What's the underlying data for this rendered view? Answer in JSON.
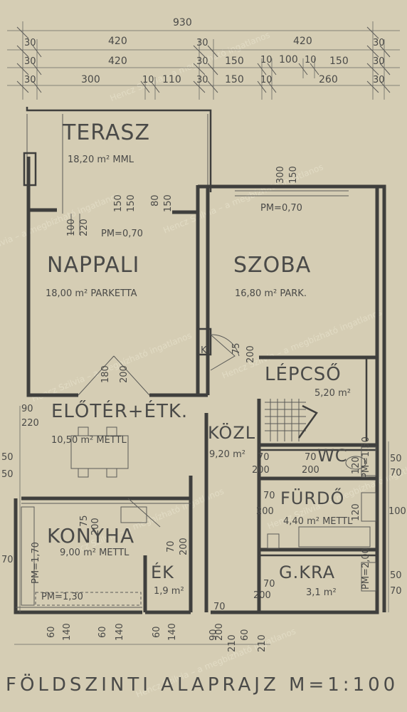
{
  "title": "FÖLDSZINTI ALAPRAJZ M=1:100",
  "watermark": "Hencz Szilvia – a megbízható ingatlanos",
  "dimensions": {
    "row1": [
      "930"
    ],
    "row2": [
      "30",
      "420",
      "30",
      "420",
      "30"
    ],
    "row3": [
      "30",
      "420",
      "30",
      "150",
      "10",
      "100",
      "10",
      "150",
      "30"
    ],
    "row4": [
      "30",
      "300",
      "10",
      "110",
      "30",
      "150",
      "10",
      "260",
      "30"
    ],
    "bottom": [
      "60",
      "140",
      "60",
      "140",
      "60",
      "140",
      "90",
      "210",
      "60",
      "210"
    ],
    "left": [
      "90",
      "220",
      "50",
      "50",
      "70"
    ],
    "right": [
      "50",
      "70",
      "100",
      "50",
      "70"
    ]
  },
  "rooms": [
    {
      "id": "terasz",
      "name": "TERASZ",
      "area": "18,20 m² MML"
    },
    {
      "id": "nappali",
      "name": "NAPPALI",
      "area": "18,00 m² PARKETTA"
    },
    {
      "id": "szoba",
      "name": "SZOBA",
      "area": "16,80 m² PARK."
    },
    {
      "id": "lepcso",
      "name": "LÉPCSŐ",
      "area": "5,20 m²"
    },
    {
      "id": "eloter",
      "name": "ELŐTÉR+ÉTK.",
      "area": "10,50 m² METTL"
    },
    {
      "id": "kozl",
      "name": "KÖZL",
      "area": "9,20 m²"
    },
    {
      "id": "wc",
      "name": "WC",
      "area": ""
    },
    {
      "id": "furdo",
      "name": "FÜRDŐ",
      "area": "4,40 m² METTL"
    },
    {
      "id": "konyha",
      "name": "KONYHA",
      "area": "9,00 m² METTL"
    },
    {
      "id": "ek",
      "name": "ÉK",
      "area": "1,9 m²"
    },
    {
      "id": "gkra",
      "name": "G.KRA",
      "area": "3,1 m²"
    }
  ],
  "annotations": {
    "pm1": "PM=0,70",
    "pm2": "PM=0,70",
    "pm3": "PM=1,30",
    "pm4": "PM=1,70",
    "pm5": "PM=2,00",
    "pm6": "PM=1,50",
    "win1a": "150",
    "win1b": "150",
    "win2a": "80",
    "win2b": "150",
    "win3a": "300",
    "win3b": "150",
    "nap_door_a": "100",
    "nap_door_b": "220",
    "nap_mid_a": "180",
    "nap_mid_b": "200",
    "szoba_door_a": "75",
    "szoba_door_b": "200",
    "konyha_d1": "75",
    "konyha_d2": "200",
    "ek_d1": "70",
    "ek_d2": "200",
    "wc_d1": "70",
    "wc_d2": "200",
    "wc_d3": "70",
    "wc_d4": "200",
    "wc_d5": "120",
    "furdo_d1": "70",
    "furdo_d2": "200",
    "furdo_d3": "120",
    "gkra_d1": "70",
    "gkra_d2": "200",
    "gkra_d3": "70",
    "gkra_d4": "200",
    "chimney": "K"
  },
  "colors": {
    "paper": "#d9d2b8",
    "ink": "#3f3f3d",
    "watermark": "#e6e0ca"
  }
}
